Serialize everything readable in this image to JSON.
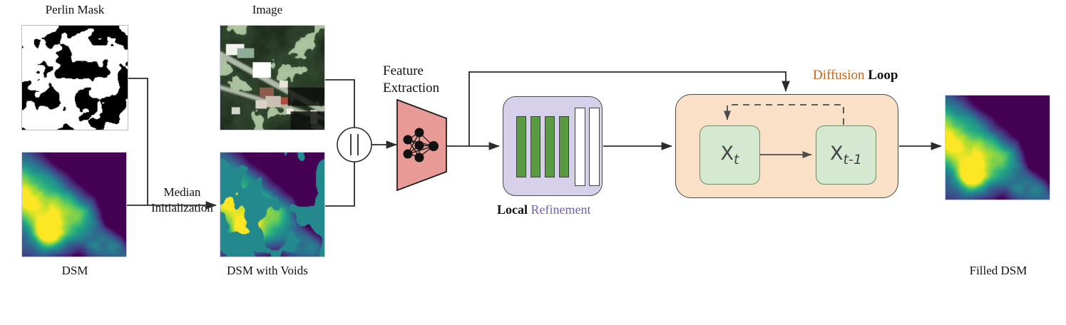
{
  "figure": {
    "title": "DSM void filling pipeline",
    "colors": {
      "refinement_purple": "#6f5fb0",
      "diffusion_orange": "#c4651c",
      "encoder_pink": "#e79a96",
      "local_refinement_fill": "#d6d0ea",
      "diffusion_fill": "#fbe0c8",
      "state_box_fill": "#d5e8d0",
      "conv_bar_green": "#5a9a43",
      "line": "#2b2b2b"
    }
  },
  "inputs": {
    "perlin_mask": {
      "caption": "Perlin Mask"
    },
    "dsm": {
      "caption": "DSM"
    },
    "image": {
      "caption": "Image"
    },
    "dsm_with_voids": {
      "caption": "DSM with Voids"
    }
  },
  "ops": {
    "median_initialization": {
      "line1": "Median",
      "line2": "Initialization"
    },
    "concat": {
      "symbol": "||",
      "name": "concatenate"
    }
  },
  "feature_extraction": {
    "line1": "Feature",
    "line2": "Extraction"
  },
  "local_refinement": {
    "label_plain": "Local",
    "label_accent": "Refinement",
    "green_bars": 4,
    "white_bars": 2
  },
  "diffusion_loop": {
    "label_accent": "Diffusion",
    "label_plain": "Loop",
    "states": [
      {
        "base": "X",
        "sub": "t"
      },
      {
        "base": "X",
        "sub": "t-1"
      }
    ]
  },
  "output": {
    "caption": "Filled DSM"
  }
}
